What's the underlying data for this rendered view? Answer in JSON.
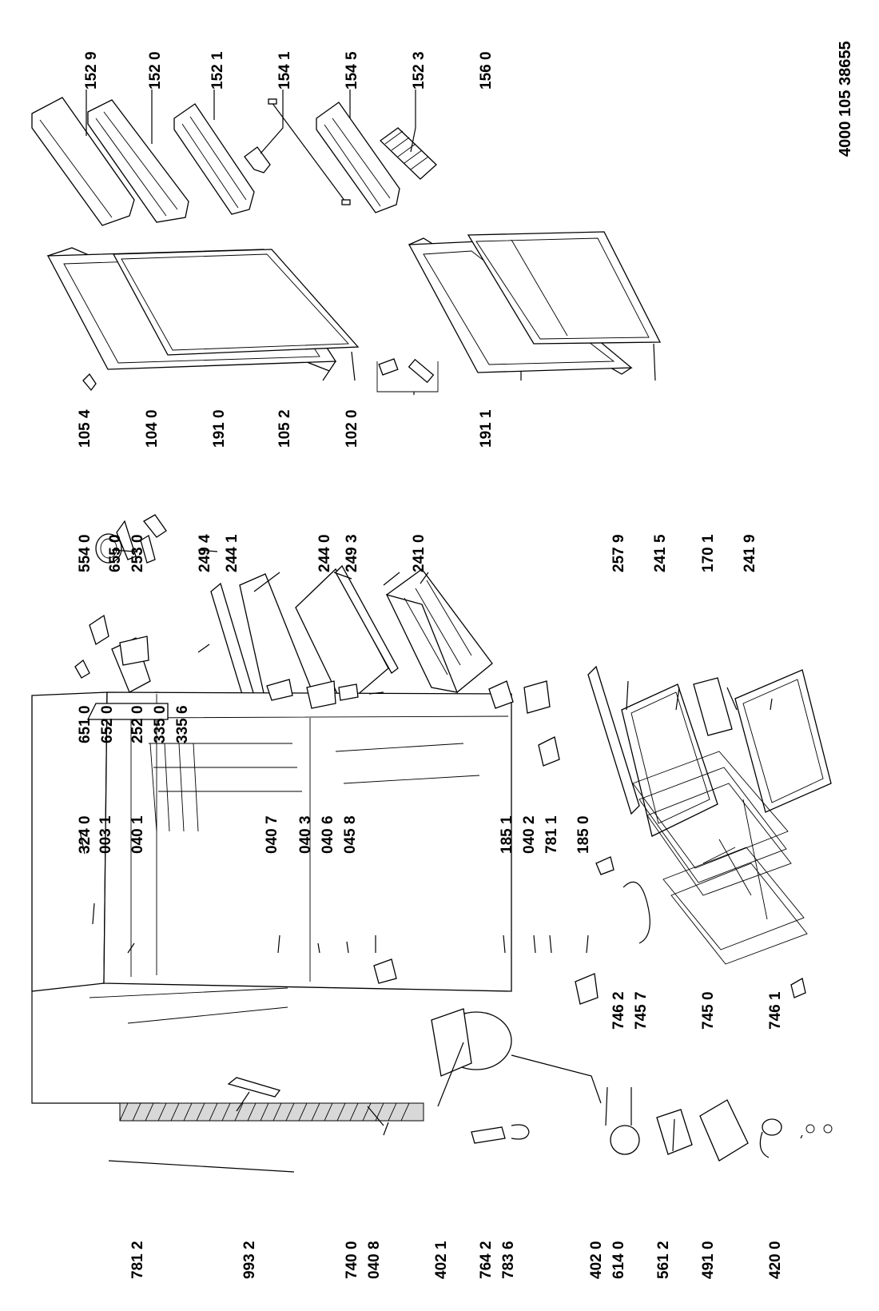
{
  "document_number": "4000 105 38655",
  "part_labels": [
    {
      "id": "p1529",
      "text": "152 9"
    },
    {
      "id": "p1520",
      "text": "152 0"
    },
    {
      "id": "p1521",
      "text": "152 1"
    },
    {
      "id": "p1541",
      "text": "154 1"
    },
    {
      "id": "p1545",
      "text": "154 5"
    },
    {
      "id": "p1523",
      "text": "152 3"
    },
    {
      "id": "p1560",
      "text": "156 0"
    },
    {
      "id": "p1054",
      "text": "105 4"
    },
    {
      "id": "p1040",
      "text": "104 0"
    },
    {
      "id": "p1910",
      "text": "191 0"
    },
    {
      "id": "p1052",
      "text": "105 2"
    },
    {
      "id": "p1020",
      "text": "102 0"
    },
    {
      "id": "p1911",
      "text": "191 1"
    },
    {
      "id": "p5540",
      "text": "554 0"
    },
    {
      "id": "p6550",
      "text": "655 0"
    },
    {
      "id": "p2530",
      "text": "253 0"
    },
    {
      "id": "p2494",
      "text": "249 4"
    },
    {
      "id": "p2441",
      "text": "244 1"
    },
    {
      "id": "p2440",
      "text": "244 0"
    },
    {
      "id": "p2493",
      "text": "249 3"
    },
    {
      "id": "p2410",
      "text": "241 0"
    },
    {
      "id": "p6510",
      "text": "651 0"
    },
    {
      "id": "p6520",
      "text": "652 0"
    },
    {
      "id": "p2520",
      "text": "252 0"
    },
    {
      "id": "p3350",
      "text": "335 0"
    },
    {
      "id": "p3356",
      "text": "335 6"
    },
    {
      "id": "p2579",
      "text": "257 9"
    },
    {
      "id": "p2415",
      "text": "241 5"
    },
    {
      "id": "p1701",
      "text": "170 1"
    },
    {
      "id": "p2419",
      "text": "241 9"
    },
    {
      "id": "p3240",
      "text": "324 0"
    },
    {
      "id": "p0031",
      "text": "003 1"
    },
    {
      "id": "p0401",
      "text": "040 1"
    },
    {
      "id": "p0407",
      "text": "040 7"
    },
    {
      "id": "p0403",
      "text": "040 3"
    },
    {
      "id": "p0406",
      "text": "040 6"
    },
    {
      "id": "p0458",
      "text": "045 8"
    },
    {
      "id": "p1851",
      "text": "185 1"
    },
    {
      "id": "p0402",
      "text": "040 2"
    },
    {
      "id": "p7811",
      "text": "781 1"
    },
    {
      "id": "p1850",
      "text": "185 0"
    },
    {
      "id": "p7462",
      "text": "746 2"
    },
    {
      "id": "p7457",
      "text": "745 7"
    },
    {
      "id": "p7450",
      "text": "745 0"
    },
    {
      "id": "p7461",
      "text": "746 1"
    },
    {
      "id": "p7812",
      "text": "781 2"
    },
    {
      "id": "p9932",
      "text": "993 2"
    },
    {
      "id": "p7400",
      "text": "740 0"
    },
    {
      "id": "p0408",
      "text": "040 8"
    },
    {
      "id": "p4021",
      "text": "402 1"
    },
    {
      "id": "p7642",
      "text": "764 2"
    },
    {
      "id": "p7836",
      "text": "783 6"
    },
    {
      "id": "p4020",
      "text": "402 0"
    },
    {
      "id": "p6140",
      "text": "614 0"
    },
    {
      "id": "p5612",
      "text": "561 2"
    },
    {
      "id": "p4910",
      "text": "491 0"
    },
    {
      "id": "p4200",
      "text": "420 0"
    }
  ]
}
